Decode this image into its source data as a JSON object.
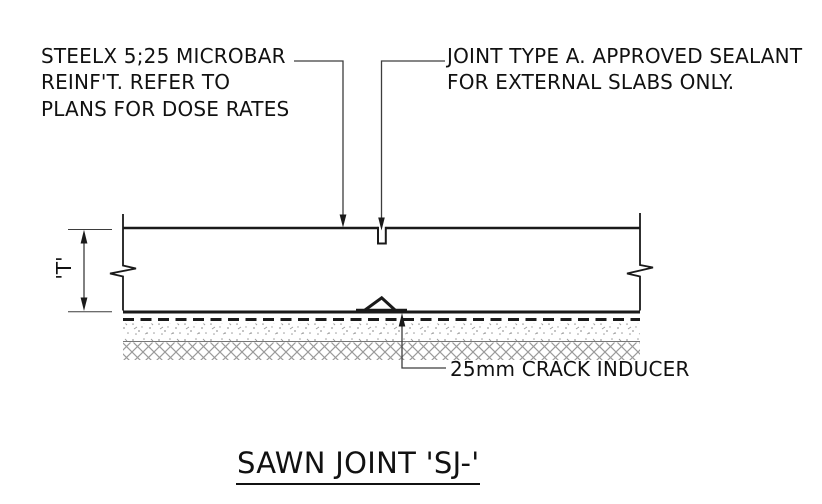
{
  "drawing": {
    "title": "SAWN JOINT 'SJ-'",
    "annotations": {
      "reinforcement_line1": "STEELX 5;25 MICROBAR",
      "reinforcement_line2": "REINF'T. REFER TO",
      "reinforcement_line3": "PLANS FOR DOSE RATES",
      "sealant_line1": "JOINT TYPE A. APPROVED SEALANT",
      "sealant_line2": "FOR EXTERNAL SLABS ONLY.",
      "crack_inducer_label": "25mm CRACK INDUCER",
      "slab_thickness_label": "'T'"
    },
    "colors": {
      "line": "#1a1a1a",
      "leader": "#3d3d3d",
      "hatch": "#9b9b9b",
      "background": "#ffffff"
    }
  }
}
